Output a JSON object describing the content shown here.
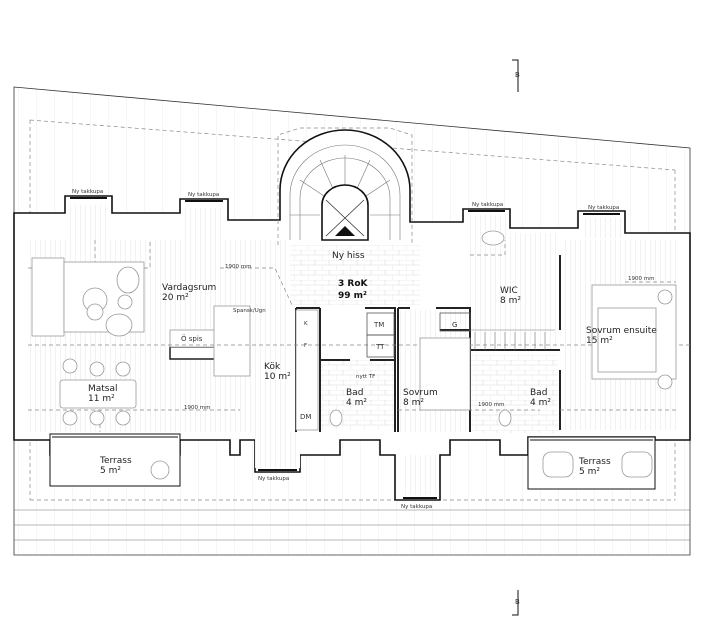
{
  "plan": {
    "summary": {
      "rooms": "3 RoK",
      "area": "99 m²"
    },
    "section_marker": "B",
    "elevator": "Ny hiss",
    "dormer_label": "Ny takkupa",
    "height_label": "1900 mm",
    "rooms": [
      {
        "name": "Vardagsrum",
        "area": "20 m²"
      },
      {
        "name": "Matsal",
        "area": "11 m²"
      },
      {
        "name": "Kök",
        "area": "10 m²"
      },
      {
        "name": "Bad",
        "area": "4 m²"
      },
      {
        "name": "Sovrum",
        "area": "8 m²"
      },
      {
        "name": "Bad",
        "area": "4 m²"
      },
      {
        "name": "WIC",
        "area": "8 m²"
      },
      {
        "name": "Sovrum ensuite",
        "area": "15 m²"
      },
      {
        "name": "Terrass",
        "area": "5 m²"
      },
      {
        "name": "Terrass",
        "area": "5 m²"
      }
    ],
    "fixtures": {
      "stove": "Ö spis",
      "oven": "Spansk/Ugn",
      "fridge": "K",
      "freezer": "F",
      "dishwasher": "DM",
      "washer": "TM",
      "dryer": "TT",
      "wardrobe": "G",
      "new_washer": "nytt TF"
    }
  }
}
